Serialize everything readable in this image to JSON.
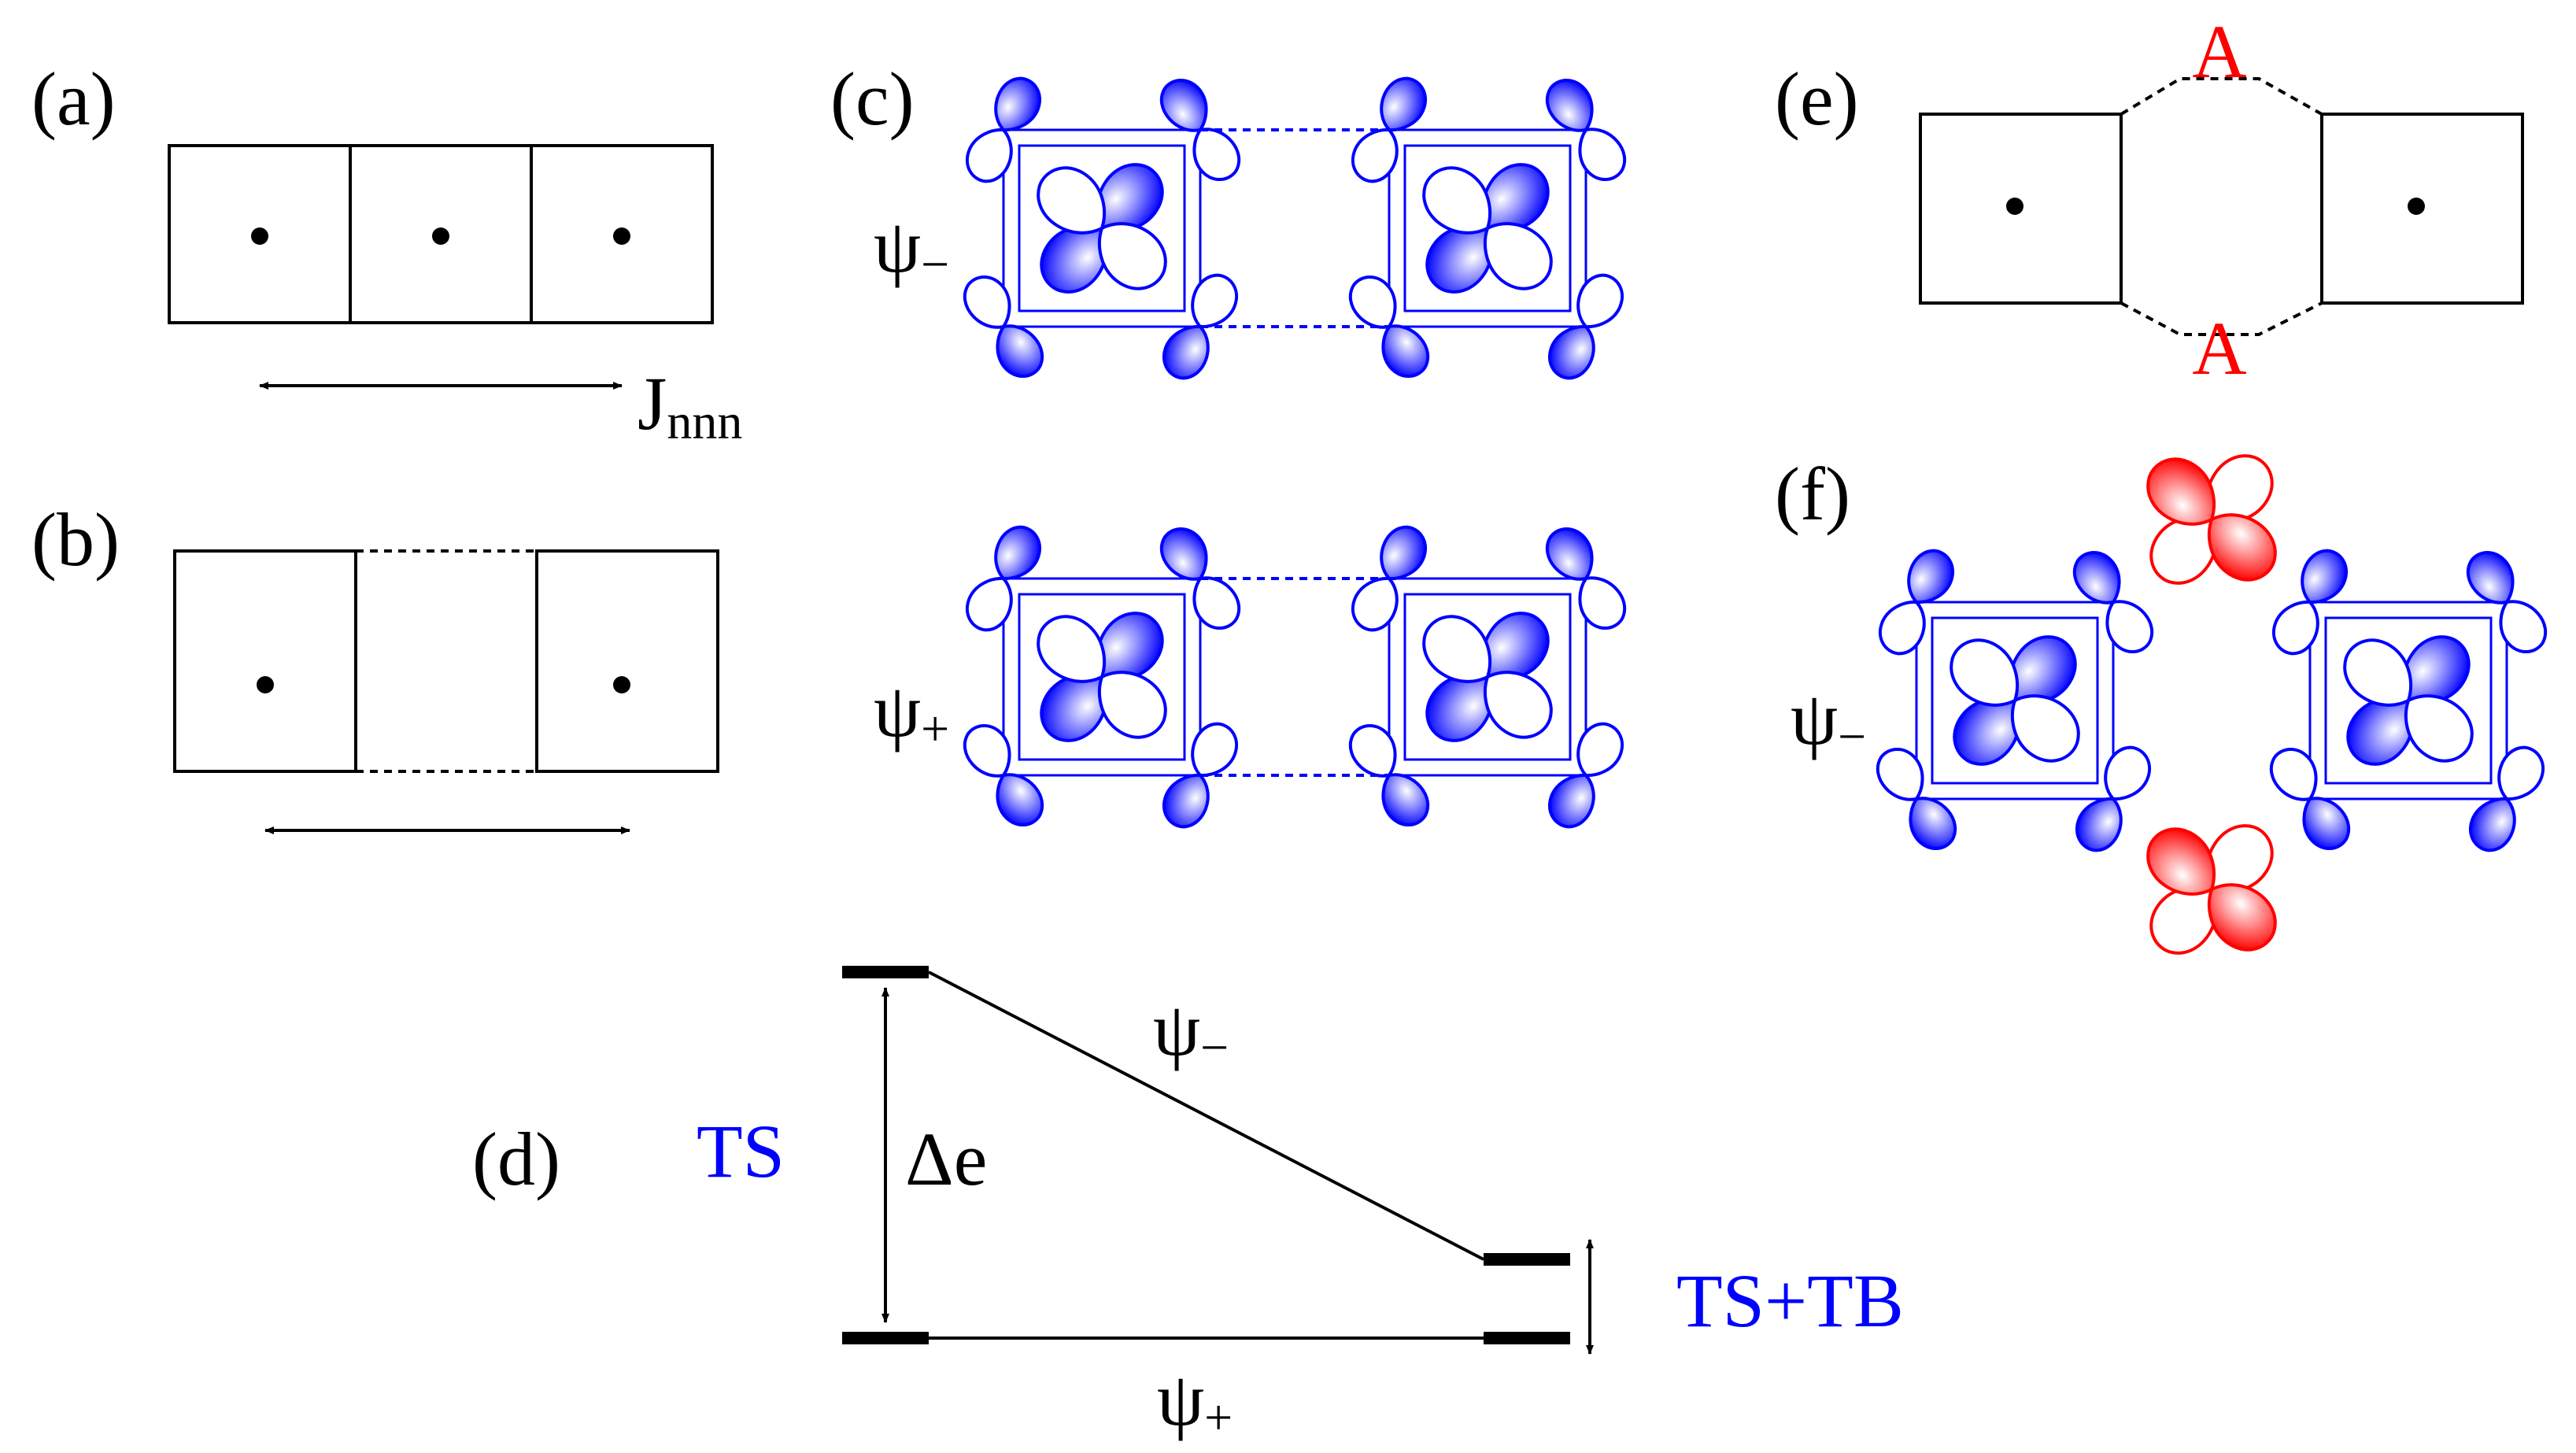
{
  "panels": {
    "a": {
      "label": "(a)",
      "coupling_main": "J",
      "coupling_sub": "nnn"
    },
    "b": {
      "label": "(b)"
    },
    "c": {
      "label": "(c)",
      "psi_minus_main": "ψ",
      "psi_minus_sub": "−",
      "psi_plus_main": "ψ",
      "psi_plus_sub": "+"
    },
    "d": {
      "label": "(d)",
      "ts": "TS",
      "ts_tb": "TS+TB",
      "gap": "Δe",
      "psi_minus_main": "ψ",
      "psi_minus_sub": "−",
      "psi_plus_main": "ψ",
      "psi_plus_sub": "+"
    },
    "e": {
      "label": "(e)",
      "anion_top": "A",
      "anion_bottom": "A"
    },
    "f": {
      "label": "(f)",
      "psi_minus_main": "ψ",
      "psi_minus_sub": "−"
    }
  },
  "colors": {
    "orbital_metal": "#0000ff",
    "orbital_anion": "#ff0000",
    "line": "#000000"
  }
}
